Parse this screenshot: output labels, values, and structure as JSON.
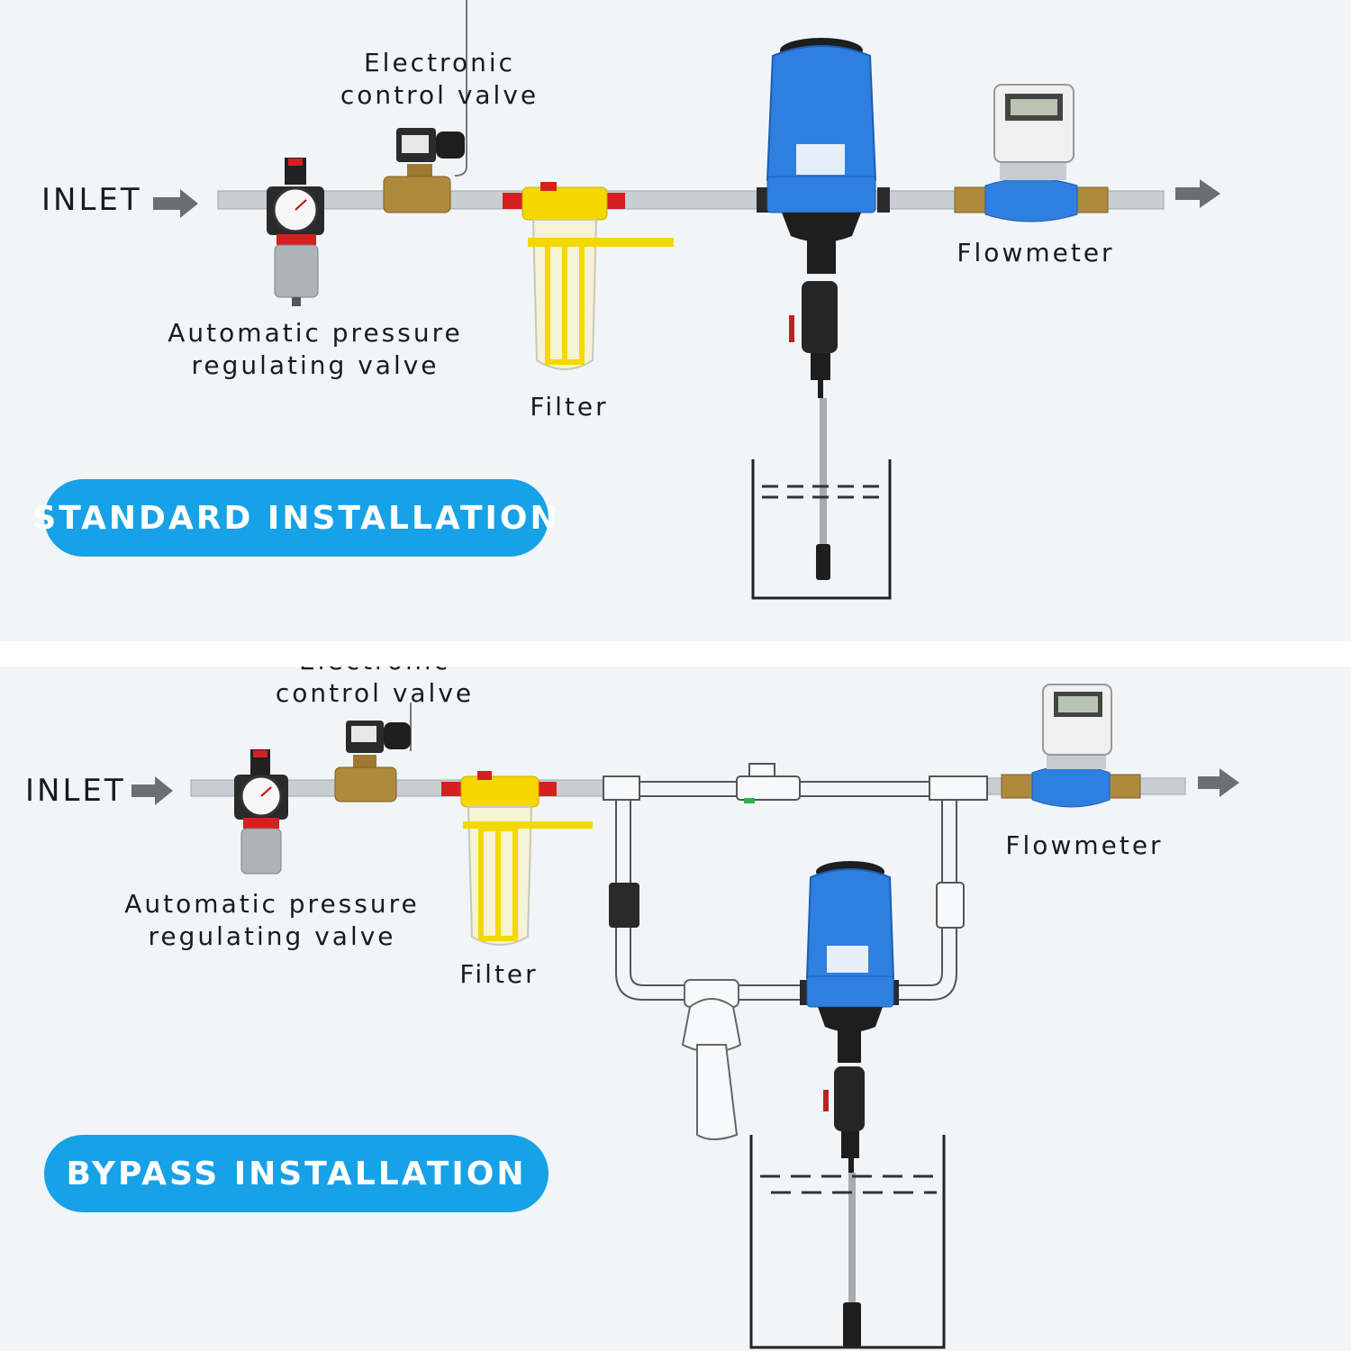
{
  "standard": {
    "inlet": "INLET",
    "valve_label": "Electronic\ncontrol valve",
    "regulator_label": "Automatic pressure\nregulating valve",
    "filter_label": "Filter",
    "flowmeter_label": "Flowmeter",
    "banner": "STANDARD INSTALLATION"
  },
  "bypass": {
    "inlet": "INLET",
    "valve_label": "Electronic\ncontrol valve",
    "regulator_label": "Automatic pressure\nregulating valve",
    "filter_label": "Filter",
    "flowmeter_label": "Flowmeter",
    "banner": "BYPASS INSTALLATION"
  },
  "colors": {
    "banner": "#17a1e6",
    "pump_blue": "#2e7fe0",
    "filter_yellow": "#f5d800",
    "brass": "#b08a3c",
    "pipe": "#c9ced3"
  }
}
